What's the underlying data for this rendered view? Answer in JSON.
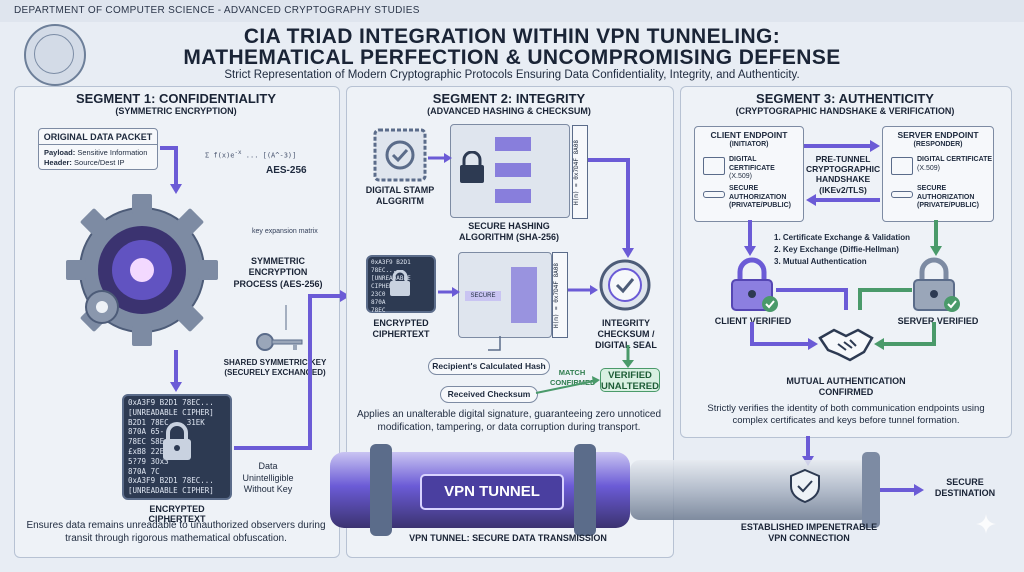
{
  "header": {
    "department": "DEPARTMENT OF COMPUTER SCIENCE - ADVANCED CRYPTOGRAPHY STUDIES",
    "title_line1": "CIA TRIAD INTEGRATION WITHIN VPN TUNNELING:",
    "title_line2": "MATHEMATICAL PERFECTION & UNCOMPROMISING DEFENSE",
    "subtitle": "Strict Representation of Modern Cryptographic Protocols Ensuring Data Confidentiality, Integrity, and Authenticity."
  },
  "segment1": {
    "title": "SEGMENT 1: CONFIDENTIALITY",
    "subtitle": "(SYMMETRIC ENCRYPTION)",
    "original_packet": {
      "heading": "ORIGINAL DATA PACKET",
      "payload_label": "Payload:",
      "payload_value": "Sensitive Information",
      "header_label": "Header:",
      "header_value": "Source/Dest IP"
    },
    "aes_label": "AES-256",
    "key_expansion": "key expansion matrix",
    "process_label": "SYMMETRIC ENCRYPTION PROCESS (AES-256)",
    "key_label": "SHARED SYMMETRIC KEY (SECURELY EXCHANGED)",
    "cipher_lines": [
      "0xA3F9 B2D1 78EC...",
      "[UNREADABLE CIPHER]",
      "B2D1 78EC...  31EK",
      "870A       65-",
      "78EC        S8E",
      "£xB8        22E3",
      "5?79        3Ox3",
      "870A          7C",
      "0xA3F9 B2D1 78EC...",
      "[UNREADABLE CIPHER]"
    ],
    "cipher_caption": "ENCRYPTED CIPHERTEXT",
    "unintelligible": "Data Unintelligible Without Key",
    "description": "Ensures data remains unreadable to unauthorized observers during transit through rigorous mathematical obfuscation."
  },
  "segment2": {
    "title": "SEGMENT 2: INTEGRITY",
    "subtitle": "(ADVANCED HASHING & CHECKSUM)",
    "stamp_label": "DIGITAL STAMP ALGGRITM",
    "hash_algo_label": "SECURE HASHING ALGORITHM (SHA-256)",
    "hash_value": "H(m) = 0x7D4F 8A08",
    "cipher_lines": [
      "0xA3F9 B2D1 78EC...",
      "[UNREADABLE CIPHER]",
      "23C0",
      "870A",
      "78EC"
    ],
    "cipher_caption": "ENCRYPTED CIPHERTEXT",
    "secure_label": "SECURE",
    "checksum_label": "INTEGRITY CHECKSUM / DIGITAL SEAL",
    "recipient_hash": "Recipient's Calculated Hash",
    "received_checksum": "Received Checksum",
    "match_label": "MATCH CONFIRMED",
    "verified_label": "VERIFIED UNALTERED",
    "description": "Applies an unalterable digital signature, guaranteeing zero unnoticed modification, tampering, or data corruption during transport."
  },
  "segment3": {
    "title": "SEGMENT 3: AUTHENTICITY",
    "subtitle": "(CRYPTOGRAPHIC HANDSHAKE & VERIFICATION)",
    "client": {
      "title": "CLIENT ENDPOINT",
      "role": "(INITIATOR)",
      "cert_label": "DIGITAL CERTIFICATE",
      "cert_type": "(X.509)",
      "auth_label": "SECURE AUTHORIZATION",
      "auth_type": "(PRIVATE/PUBLIC)"
    },
    "server": {
      "title": "SERVER ENDPOINT",
      "role": "(RESPONDER)",
      "cert_label": "DIGITAL CERTIFICATE",
      "cert_type": "(X.509)",
      "auth_label": "SECURE AUTHORIZATION",
      "auth_type": "(PRIVATE/PUBLIC)"
    },
    "handshake_label": "PRE-TUNNEL CRYPTOGRAPHIC HANDSHAKE (IKEv2/TLS)",
    "steps": [
      "1. Certificate Exchange & Validation",
      "2. Key Exchange (Diffie-Hellman)",
      "3. Mutual Authentication"
    ],
    "client_verified": "CLIENT VERIFIED",
    "server_verified": "SERVER VERIFIED",
    "mutual_label": "MUTUAL AUTHENTICATION CONFIRMED",
    "description": "Strictly verifies the identity of both communication endpoints using complex certificates and keys before tunnel formation."
  },
  "tunnel": {
    "label": "VPN TUNNEL",
    "caption": "VPN TUNNEL: SECURE DATA TRANSMISSION",
    "established": "ESTABLISHED IMPENETRABLE VPN CONNECTION",
    "destination": "SECURE DESTINATION"
  },
  "colors": {
    "accent_purple": "#6b5bd6",
    "accent_green": "#4a9a6a",
    "cipher_bg": "#2d3a52",
    "panel_bg": "#eef2f7"
  }
}
